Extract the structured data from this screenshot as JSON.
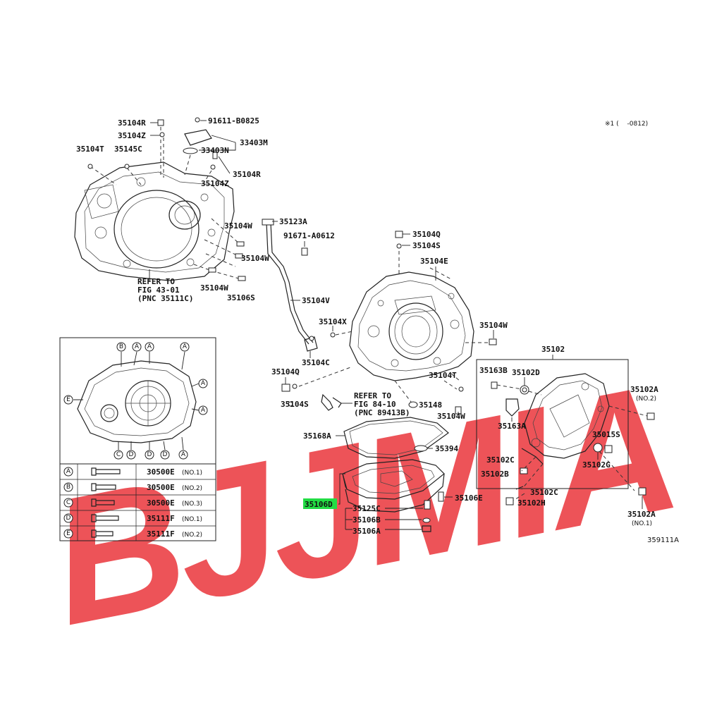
{
  "note": "※1 (　 -0812)",
  "figure_id": "359111A",
  "watermark": "BJJMIA",
  "highlight_color": "#22dd44",
  "watermark_color": "#e8232a",
  "labels": {
    "p35104R_top": "35104R",
    "p91611": "91611-B0825",
    "p35104Z_top": "35104Z",
    "p33403M": "33403M",
    "p33403N": "33403N",
    "p35104T_top": "35104T",
    "p35145C": "35145C",
    "p35104R_mid": "35104R",
    "p35104Z_mid": "35104Z",
    "p35104W_a": "35104W",
    "p35104W_b": "35104W",
    "p35104W_c": "35104W",
    "p35106S": "35106S",
    "refer1_a": "REFER TO",
    "refer1_b": "FIG 43-01",
    "refer1_c": "(PNC 35111C)",
    "p35123A": "35123A",
    "p91671": "91671-A0612",
    "p35104V": "35104V",
    "p35104X": "35104X",
    "p35104C": "35104C",
    "p35104Q_left": "35104Q",
    "p35104S_left": "35104S",
    "refer2_a": "REFER TO",
    "refer2_b": "FIG 84-10",
    "refer2_c": "(PNC 89413B)",
    "p35148": "35148",
    "p35104W_d": "35104W",
    "p35104Q_top": "35104Q",
    "p35104S_top": "35104S",
    "p35104E": "35104E",
    "p35104W_e": "35104W",
    "p35104T_right": "35104T",
    "p35168A": "35168A",
    "p35394": "35394",
    "p35106D": "35106D",
    "p35106E": "35106E",
    "p35125C": "35125C",
    "p35106B": "35106B",
    "p35106A": "35106A",
    "p35102": "35102",
    "p35163B": "35163B",
    "p35102D": "35102D",
    "p35163A": "35163A",
    "p35102A_top": "35102A",
    "p35102A_top_no": "(NO.2)",
    "p35015S": "35015S",
    "p35102C_a": "35102C",
    "p35102B": "35102B",
    "p35102G": "35102G",
    "p35102C_b": "35102C",
    "p35102H": "35102H",
    "p35102A_bot": "35102A",
    "p35102A_bot_no": "(NO.1)"
  },
  "inset": {
    "top_markers": [
      "B",
      "A",
      "A",
      "A"
    ],
    "side_markers_left": [
      "E"
    ],
    "side_markers_right": [
      "A",
      "A"
    ],
    "bottom_markers": [
      "C",
      "D",
      "D",
      "D",
      "A"
    ],
    "legend": [
      {
        "key": "A",
        "part": "30500E",
        "note": "(NO.1)"
      },
      {
        "key": "B",
        "part": "30500E",
        "note": "(NO.2)"
      },
      {
        "key": "C",
        "part": "30500E",
        "note": "(NO.3)"
      },
      {
        "key": "D",
        "part": "35111F",
        "note": "(NO.1)"
      },
      {
        "key": "E",
        "part": "35111F",
        "note": "(NO.2)"
      }
    ]
  }
}
